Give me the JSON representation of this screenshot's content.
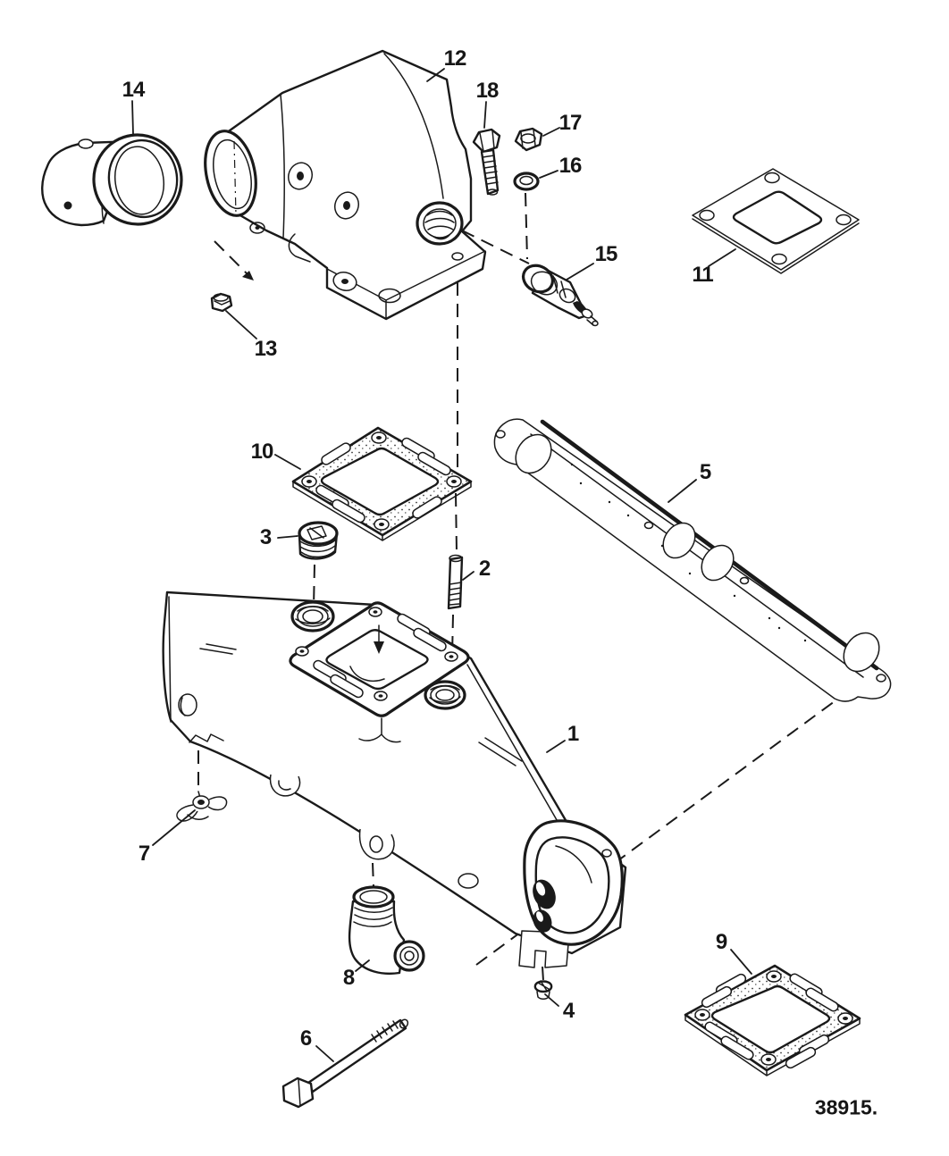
{
  "figure": {
    "drawing_number": "38915.",
    "callouts": [
      "1",
      "2",
      "3",
      "4",
      "5",
      "6",
      "7",
      "8",
      "9",
      "10",
      "11",
      "12",
      "13",
      "14",
      "15",
      "16",
      "17",
      "18"
    ]
  }
}
